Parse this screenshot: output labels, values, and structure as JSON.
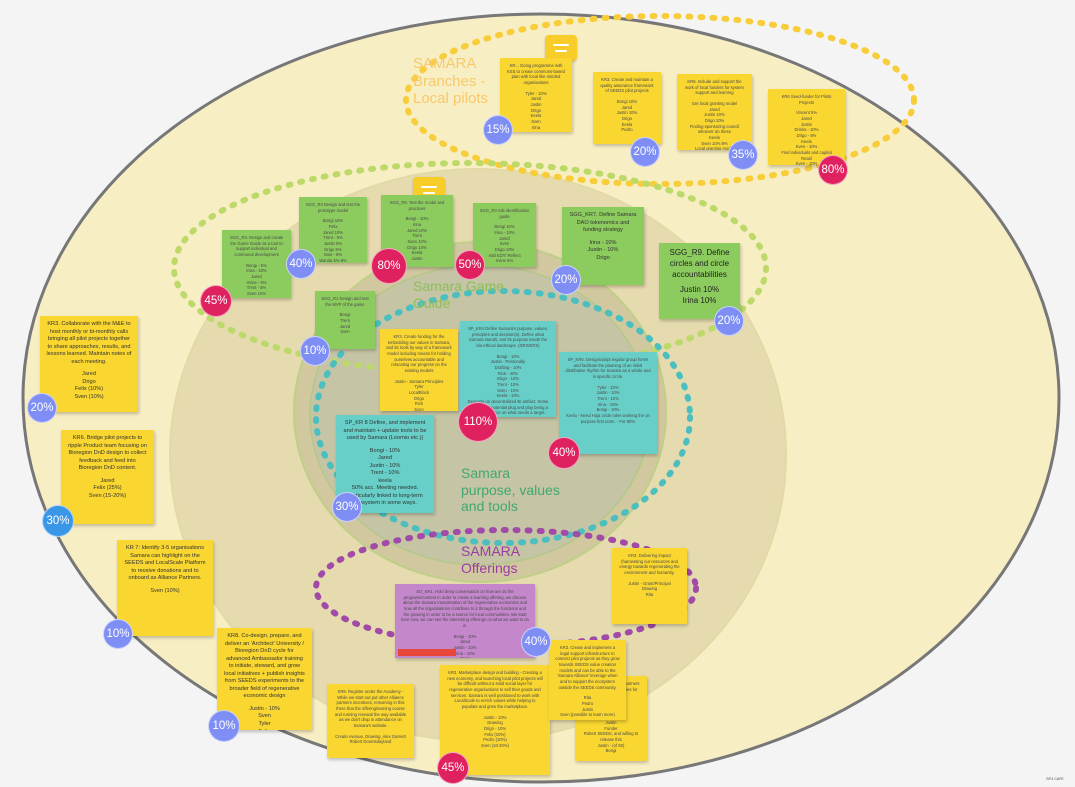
{
  "colors": {
    "background": "#f4f4f4",
    "outer_ellipse": "#f8eec4",
    "outer_border": "#777777",
    "middle_ellipse": "#e6dbae",
    "inner_ellipse": "#d2c8a0",
    "core_ellipse": "#c5c4a5",
    "ring_yellow": "#f8cd3a",
    "ring_green": "#bcd96a",
    "ring_teal": "#4bbfc0",
    "ring_purple": "#a24aa8",
    "note_yellow": "#f9d630",
    "note_green": "#8ccb5e",
    "note_teal": "#67cfc8",
    "note_purple": "#c487cb",
    "badge_blue": "#7e8ef5",
    "badge_red": "#e0215f"
  },
  "labels": {
    "branches": "SAMARA\nBranches -\nLocal pilots",
    "game_guide": "Samara Game\nGuide",
    "purpose": "Samara\npurpose, values\nand tools",
    "offerings": "SAMARA\nOfferings"
  },
  "notes": [
    {
      "id": "n1",
      "title": "KR... Going programme with KSS to create commons-based plan with local like minded organisations",
      "body": "Tyler - 10%\nJared\nJustin\nDrigo\nKeela\nSven\nIrina"
    },
    {
      "id": "n2",
      "title": "KR3. Create and maintain a quality assurance framework of SEEDS pilot projects",
      "body": "Bongi 10%\nJared\nJustin 10%\nDrigo\nKeela\nPedro"
    },
    {
      "id": "n3",
      "title": "KR5. Include and support the work of local funders for system support and learning",
      "body": "Get local granting model\nJared\nJustin 10%\nDrigo 10%\nFinding sponsoring council whoever do these\nKeela\nSven 10% 8%\nLocal granting model"
    },
    {
      "id": "n4",
      "title": "KR6 Seed-funder for Pilots Projects",
      "body": "Vincent 5%\nJared\nJustin\nDrinks - 10%\nDrigo - 8%\nKeela\nSven - 10%\nFind individuals and capital\nRetail\nSven - 10%"
    },
    {
      "id": "n5",
      "title": "SGG_R4. Design and create the Game Guide as a tool to support individual and communal development",
      "body": "Bongi - 5%\nIrina - 10%\nJared\nIrvine - 5%\nTrent - 5%\nSven 10%\nJustin - 10%"
    },
    {
      "id": "n6",
      "title": "SGG_R4 Design and test the prototype model",
      "body": "Bongi 10%\nFelix\nJared 10%\nTrent - 5%\nJustin 5%\nDrigo 5%\nNow - 8%\nWanda 5% 8%"
    },
    {
      "id": "n7",
      "title": "SGG_R8. Test the model and practices",
      "body": "Bongi - 10%\nIrina\nJared 10%\nTrent\nSven 10%\nDrigo 10%\nKeela\nJustin"
    },
    {
      "id": "n8",
      "title": "SGG_R3 role identification guide",
      "body": "Bongi 10%\nIrina - 10%\nJared\nSven\nDrigo 10%\nAdd EDT/ Reflect\nIrvine 5%"
    },
    {
      "id": "n9",
      "title": "SGG_KR7. Define Samara DAO tokenomics and funding strategy",
      "body": "Irina - 10%\nJustin - 10%\nDrigo"
    },
    {
      "id": "n10",
      "title": "SGG_R9. Define circles and circle accountabilities",
      "body": "Justin 10%\nIrina 10%"
    },
    {
      "id": "n11",
      "title": "SGG_R1 Design and test the MVP of the game",
      "body": "Bongi\nTrent\nJared\nSven"
    },
    {
      "id": "n12",
      "title": "KR3. Collaborate with the M&E to host monthly or bi-monthly calls bringing all pilot projects together to share approaches, results, and lessons learned. Maintain notes of each meeting.",
      "body": "Jared\nDrigo\nFelix (10%)\nSven (10%)"
    },
    {
      "id": "n13",
      "title": "KR6. Bridge pilot projects to ripple Product team focusing on Bioregion DnD design to collect feedback and feed into Bioregion DnD content.",
      "body": "Jared\nFelix (25%)\nSven (15-20%)"
    },
    {
      "id": "n14",
      "title": "KR 7: Identify 3-5 organisations Samara can highlight on the SEEDS and LocalScale Platform to receive donations and to onboard as Alliance Partners.",
      "body": "Sven (10%)"
    },
    {
      "id": "n15",
      "title": "KR3. Create funding for the embedding our values in Samara, and its tools by way of a framework model including means for holding ourselves accountable and relocating our progress on the existing models",
      "body": "Justin - Samara Principles\nTyler\nLocalBlock\nDrigo\nRick\nSven"
    },
    {
      "id": "n16",
      "title": "SP_KR4 Define Samara's purpose, values, principles and decision(s). Define what Samara stands, and its purpose inside the bio-ethical landscape. (DRIVERS)",
      "body": "Bongi - 10%\nJustin - Personally\nDrafting - 10%\nRick - 40%\nDrigo - 10%\nTrent - 10%\nSven - 10%\nKeela - 10%\nDepends on decentralized BI artifact. Some governance potential plug and play being a reporting source on what needs a target."
    },
    {
      "id": "n17",
      "title": "SP_KR5. Design/adopt regular group forms and facilitate the planning of an initial distributive rhythm for Samara as a whole and in specific circle.",
      "body": "Tyler - 10%\nJustin - 10%\nTrent - 10%\nIrina - 10%\nBongi - 10%\nKeela - Need Hoja circle roles working the on purpose first norm. - For 90%"
    },
    {
      "id": "n18",
      "title": "SP_KR 8 Define, and implement and maintain + update tools to be used by Samara (Loomio etc.))",
      "body": "Bongi - 10%\nJared\nJustin - 10%\nTrent - 10%\nkeela\n50% acc. Meeting needed. Particularly linked to long-term ecosystem in some ways."
    },
    {
      "id": "n19",
      "title": "SO_KR1. Hold deep conversation on how are do the programs/content in order to create a learning offering, we discuss about the Samara interpretation of the regenerative economics and how all the organisations contribute to it through the functions and the growing in order to be a source for local communities. We start here now, we can see the interesting offerings on what we want to do in.",
      "body": "Bongi - 10%\nJared\nJustin - 10%\nIrina - 10%\nTrent\nKeela\nBongi"
    },
    {
      "id": "n20",
      "title": "KR3. Delivering impact (harnessing our resources and energy towards regenerating the environment and humanity.",
      "body": "Justin - Grant/Principal\nDrawing\nRita"
    },
    {
      "id": "n21",
      "title": "KR8. Co-design, prepare, and deliver an 'Architect' University / Bioregion DnD cycle for advanced Ambassador training to initiate, steward, and grow local initiatives + publish insights from SEEDS experiments to the broader field of regenerative economic design",
      "body": "Justin - 10%\nSven\nTyler\nFelix"
    },
    {
      "id": "n22",
      "title": "KR8. Register under the Academy - While we start out put other Alliance partners incentives, remaining in this there that the offering/earning course and running renewal the way available as we don't drop in attendance on Samara's website.",
      "body": "Create Avenue, Drawing, Alex Garnett\nRobert Doomsdayland"
    },
    {
      "id": "n23",
      "title": "KR3. Marketplace design and building - Creating a new economy, and launching local pilot projects will be difficult without a solid social layer for regenerative organisations to sell their goods and services. Samara is well positioned to work with LocalScale to enrich values while helping to populate and grow the marketplace.",
      "body": "Justin - 10%\nDrawing\nDrigo - 10%\nFelix (10%)\nPedro (10%)\nSven (10-20%)"
    },
    {
      "id": "n24",
      "title": "KR3. Create and implement a legal support infrastructure to connect pilot projects as they grow towards SEEDS value creation models and can be able to the 'Samara Alliance' leverage when and to support the ecosystem outside the SEEDS community.",
      "body": "Rita\nPedro\nJustin\nSven (possible to learn more)"
    },
    {
      "id": "n25",
      "title": "KR3. Collaborate with partners and explore opportunities for alliances",
      "body": "Tyler\nKeela\nDesign Avenue\nJustin\nFunder\nRobert SEEDS, and willing to release this\nJustin - (of 50)\nBongi"
    }
  ],
  "badges": [
    "15%",
    "20%",
    "35%",
    "80%",
    "40%",
    "80%",
    "50%",
    "45%",
    "20%",
    "10%",
    "20%",
    "20%",
    "110%",
    "40%",
    "30%",
    "30%",
    "40%",
    "10%",
    "10%",
    "45%"
  ],
  "comment_icons": [
    "comment-icon",
    "comment-icon"
  ],
  "footer": {
    "logo_text": "SP.4 CAFE"
  }
}
